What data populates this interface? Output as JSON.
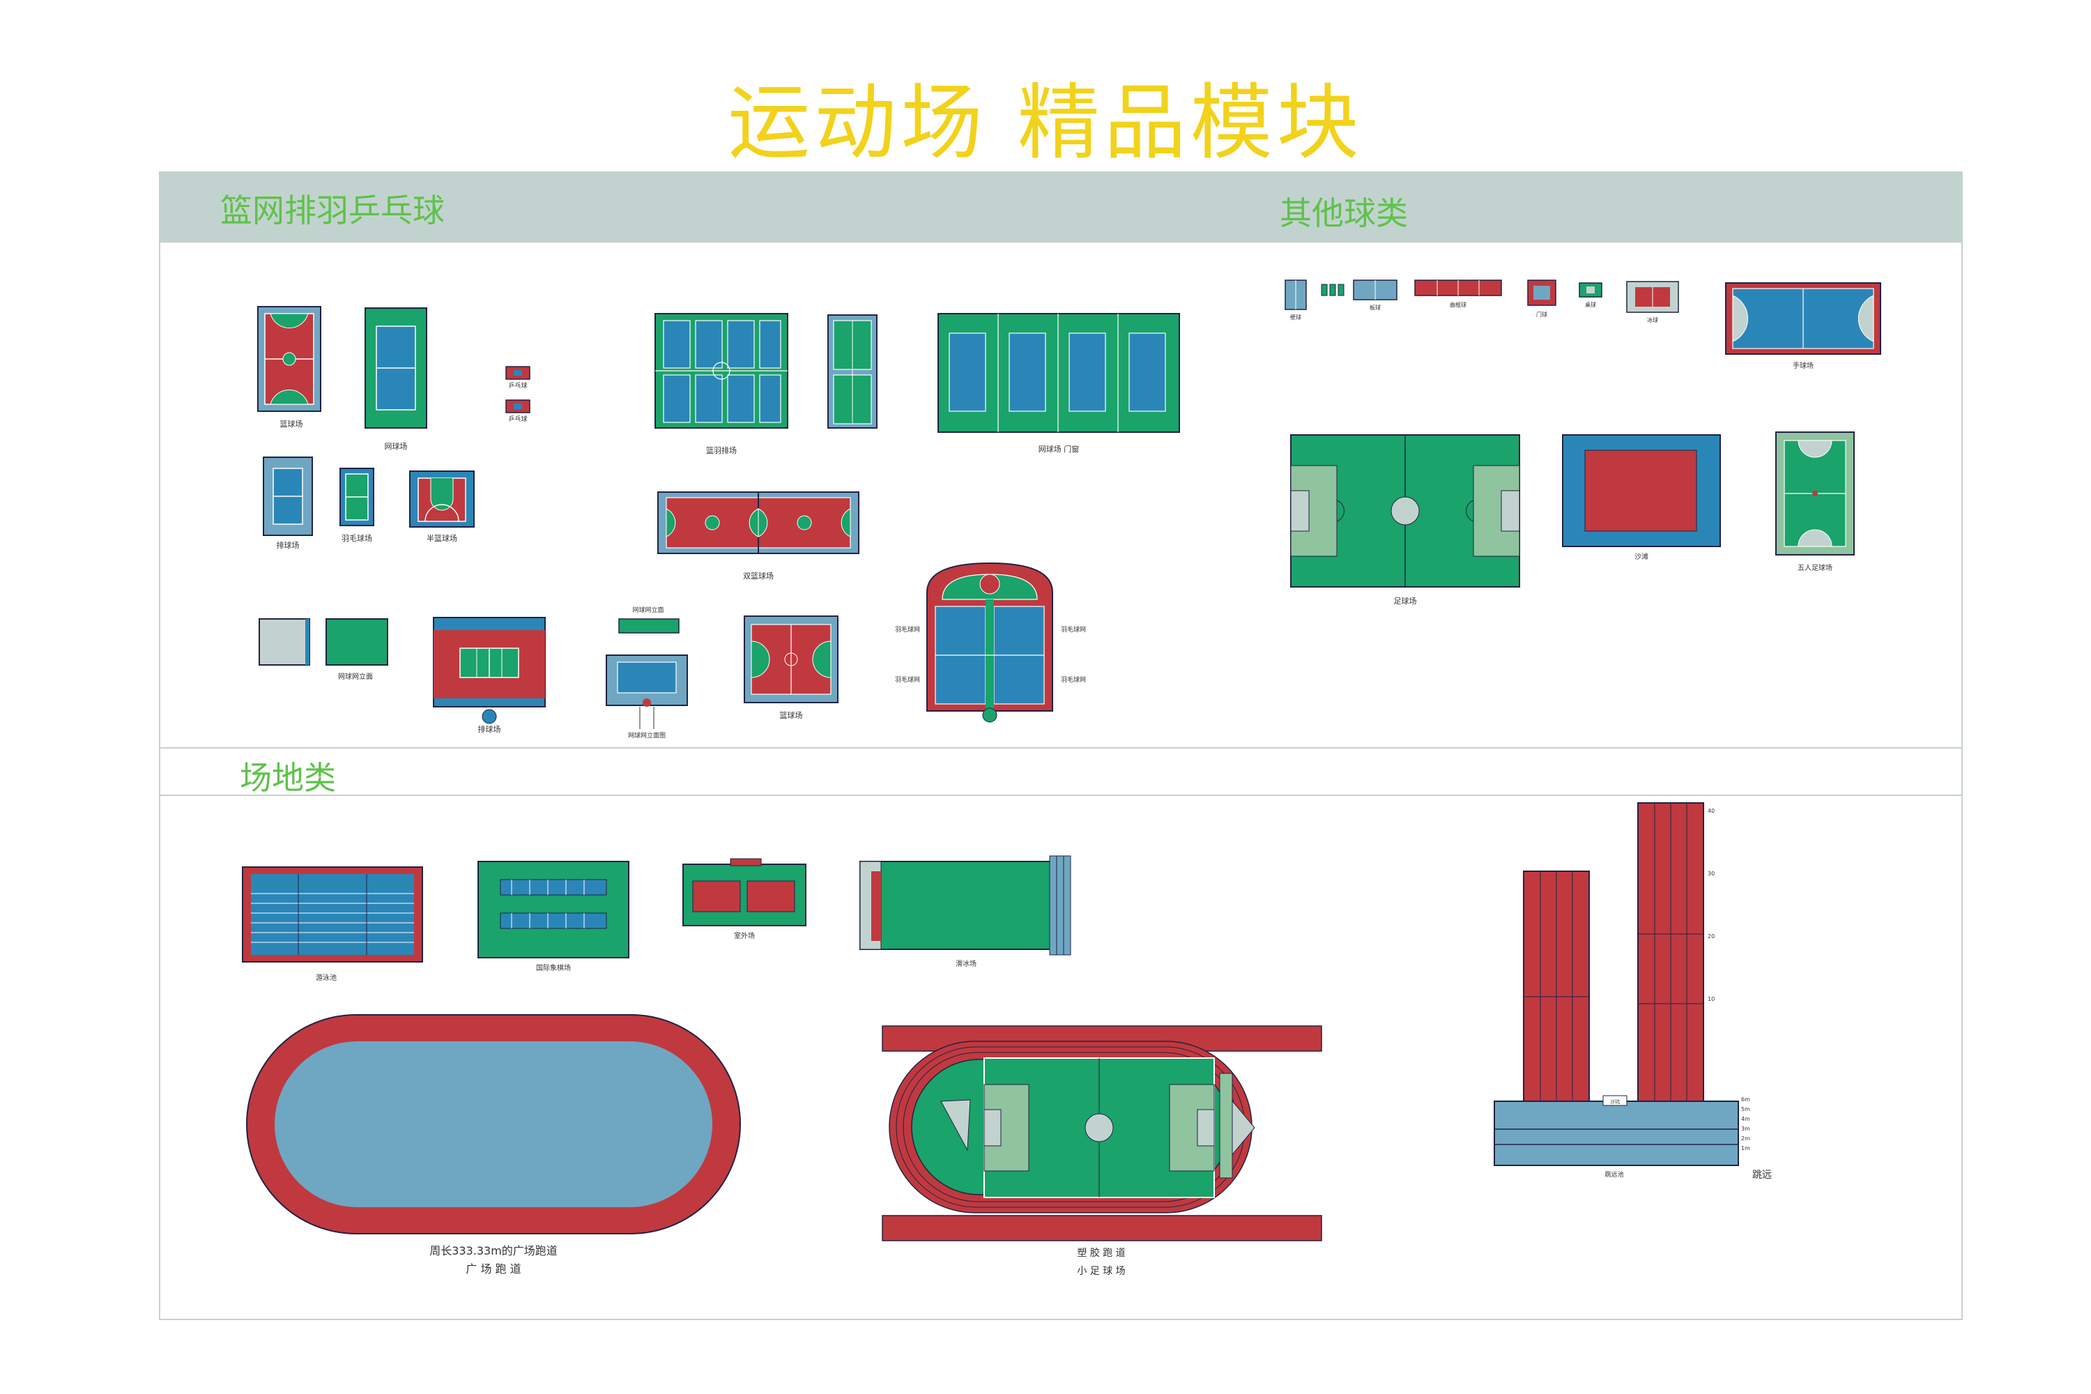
{
  "title": "运动场  精品模块",
  "sections": {
    "ball": "篮网排羽乒乓球",
    "other": "其他球类",
    "venue": "场地类"
  },
  "labels": {
    "basketball1": "篮球场",
    "tennis1": "网球场",
    "pingpong_a": "乒乓球",
    "pingpong_b": "乒乓球",
    "volleyball1": "排球场",
    "badminton1": "羽毛球场",
    "basketball_half": "半篮球场",
    "multi_court": "篮羽排场",
    "tennis_group": "网球场 门窗",
    "basketball_double": "双篮球场",
    "tennis_net_a": "网球网立面",
    "volleyball_field": "排球场",
    "tennis_net_b": "网球网立面",
    "tennis_net_c": "网球网立面图",
    "basketball_court2": "篮球场",
    "side_a1": "羽毛球网",
    "side_a2": "羽毛球网",
    "side_b1": "羽毛球网",
    "side_b2": "羽毛球网",
    "small_a": "壁球",
    "small_b": "板球",
    "small_c": "曲棍球",
    "small_d": "门球",
    "small_e": "桌球",
    "small_f": "冰球",
    "handball": "手球场",
    "football": "足球场",
    "other_court": "沙滩",
    "futsal": "五人足球场",
    "swimming": "游泳池",
    "chess": "国际象棋场",
    "outdoor": "室外场",
    "skating": "滑冰场",
    "track1_a": "周长333.33m的广场跑道",
    "track1_b": "广  场  跑  道",
    "track2_a": "塑  胶  跑  道",
    "track2_b": "小  足  球  场",
    "jump": "跳远池",
    "jump_caption": "跳远",
    "jump_box": "沙坑",
    "jump_marks": [
      "6m",
      "5m",
      "4m",
      "3m",
      "2m",
      "1m"
    ],
    "lane_marks": [
      "40",
      "30",
      "20",
      "10"
    ]
  },
  "colors": {
    "green": "#1aa36a",
    "blue": "#2b86b8",
    "red": "#c0393f",
    "light_blue": "#6fa7c2",
    "pale_green": "#8fc49e"
  }
}
